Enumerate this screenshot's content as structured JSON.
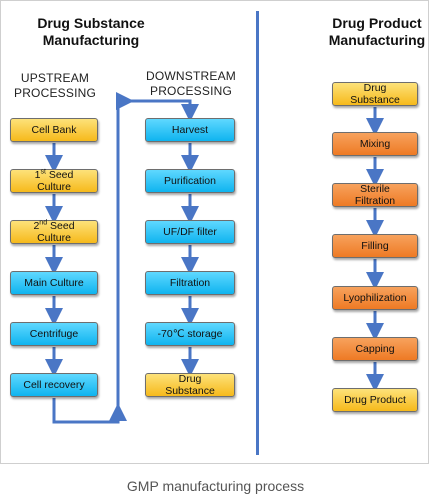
{
  "left_heading": [
    "Drug Substance",
    "Manufacturing"
  ],
  "right_heading": [
    "Drug Product",
    "Manufacturing"
  ],
  "upstream_heading": [
    "UPSTREAM",
    "PROCESSING"
  ],
  "downstream_heading": [
    "DOWNSTREAM",
    "PROCESSING"
  ],
  "upstream_steps": [
    {
      "lines": [
        "Cell Bank"
      ],
      "color": "yellow"
    },
    {
      "lines": [
        "1st Seed",
        "Culture"
      ],
      "sup": "st",
      "color": "yellow"
    },
    {
      "lines": [
        "2nd Seed",
        "Culture"
      ],
      "sup": "nd",
      "color": "yellow"
    },
    {
      "lines": [
        "Main Culture"
      ],
      "color": "cyan"
    },
    {
      "lines": [
        "Centrifuge"
      ],
      "color": "cyan"
    },
    {
      "lines": [
        "Cell recovery"
      ],
      "color": "cyan"
    }
  ],
  "downstream_steps": [
    {
      "lines": [
        "Harvest"
      ],
      "color": "cyan"
    },
    {
      "lines": [
        "Purification"
      ],
      "color": "cyan"
    },
    {
      "lines": [
        "UF/DF filter"
      ],
      "color": "cyan"
    },
    {
      "lines": [
        "Filtration"
      ],
      "color": "cyan"
    },
    {
      "lines": [
        "-70℃ storage"
      ],
      "color": "cyan"
    },
    {
      "lines": [
        "Drug",
        "Substance"
      ],
      "color": "yellow"
    }
  ],
  "product_steps": [
    {
      "lines": [
        "Drug",
        "Substance"
      ],
      "color": "yellow"
    },
    {
      "lines": [
        "Mixing"
      ],
      "color": "orange"
    },
    {
      "lines": [
        "Sterile",
        "Filtration"
      ],
      "color": "orange"
    },
    {
      "lines": [
        "Filling"
      ],
      "color": "orange"
    },
    {
      "lines": [
        "Lyophilization"
      ],
      "color": "orange"
    },
    {
      "lines": [
        "Capping"
      ],
      "color": "orange"
    },
    {
      "lines": [
        "Drug Product"
      ],
      "color": "yellow"
    }
  ],
  "caption": "GMP manufacturing process",
  "colors": {
    "arrow": "#4a76c5",
    "yellow": "#f6b91b",
    "cyan": "#0fb4ef",
    "orange": "#ee7a24"
  }
}
